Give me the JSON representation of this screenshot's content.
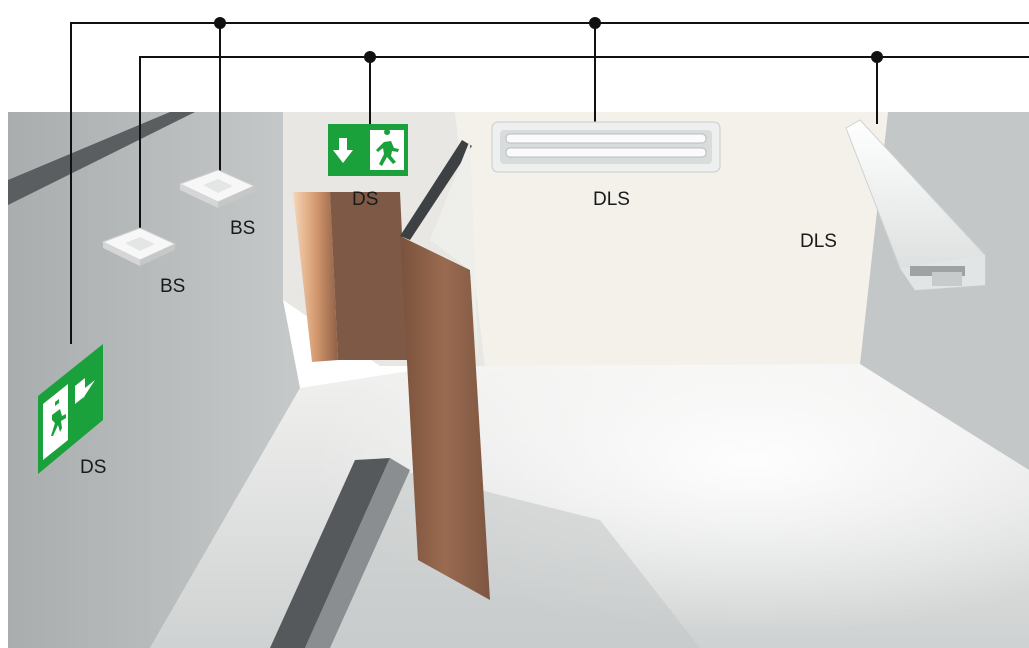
{
  "labels": {
    "ds_wall": "DS",
    "bs_near": "BS",
    "bs_far": "BS",
    "ds_door": "DS",
    "dls_ceiling": "DLS",
    "dls_wall": "DLS"
  },
  "colors": {
    "sign_green": "#1aa13b",
    "wiring": "#111111",
    "wall_gray": "#b9bcbc",
    "back_wall": "#f2f0ea",
    "floor": "#dcdede",
    "door_wood": "#8a5e45"
  },
  "icons": [
    "exit-sign-right-icon",
    "exit-sign-down-icon",
    "running-man-icon",
    "ceiling-light-icon",
    "fluorescent-light-icon",
    "emergency-luminaire-icon"
  ]
}
